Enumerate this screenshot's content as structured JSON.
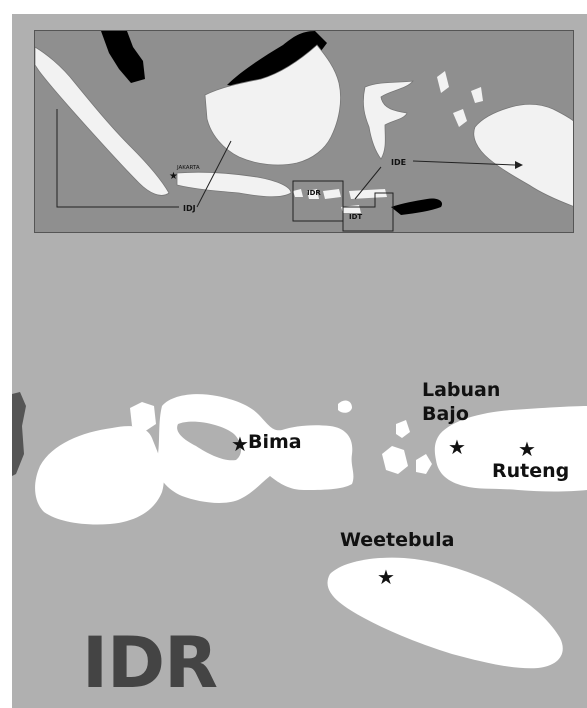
{
  "inset": {
    "capital": "JAKARTA",
    "regions": [
      "IDJ",
      "IDR",
      "IDT",
      "IDE"
    ]
  },
  "main": {
    "region_code": "IDR",
    "cities": [
      {
        "name": "Bima"
      },
      {
        "name": "Labuan\nBajo"
      },
      {
        "name": "Ruteng"
      },
      {
        "name": "Weetebula"
      }
    ]
  },
  "colors": {
    "sea_main": "#b0b0b0",
    "sea_inset": "#8f8f8f",
    "land": "#ffffff",
    "region_label": "#444444"
  }
}
